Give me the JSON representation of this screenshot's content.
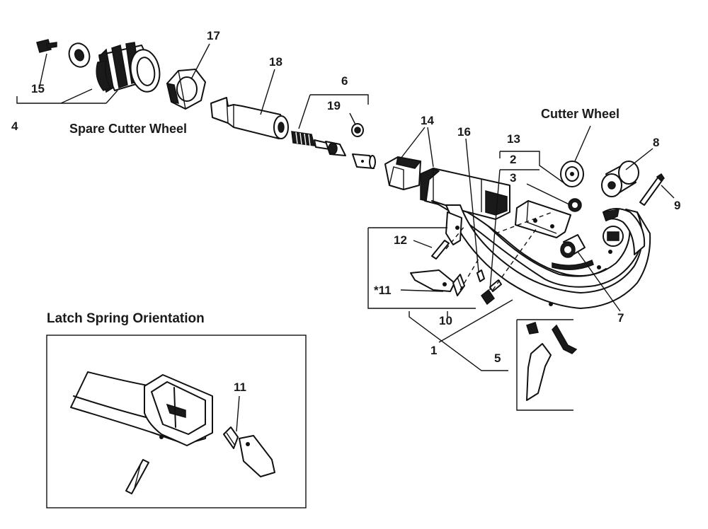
{
  "labels": {
    "n4": "4",
    "n15": "15",
    "n17": "17",
    "n18": "18",
    "n6": "6",
    "n19": "19",
    "n14": "14",
    "n16": "16",
    "n13": "13",
    "n2": "2",
    "n3": "3",
    "n8": "8",
    "n9": "9",
    "n12": "12",
    "n11star": "*11",
    "n10": "10",
    "n1": "1",
    "n5": "5",
    "n7": "7",
    "n11": "11"
  },
  "captions": {
    "spare_cutter_wheel": "Spare Cutter Wheel",
    "cutter_wheel": "Cutter Wheel",
    "latch_spring_orientation": "Latch Spring Orientation"
  }
}
